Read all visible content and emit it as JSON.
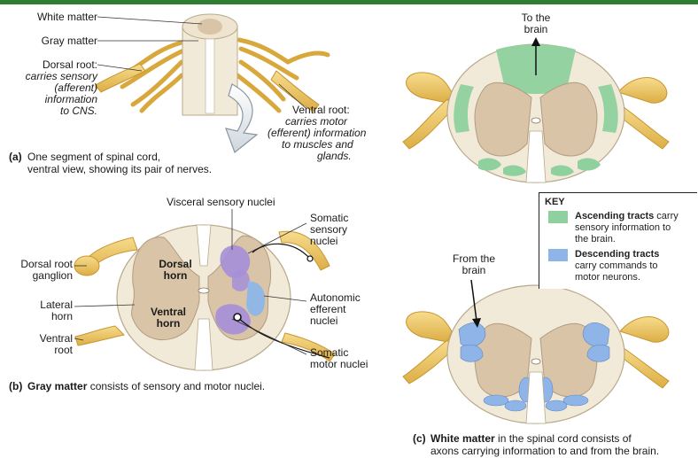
{
  "panel_a": {
    "white_matter": "White matter",
    "gray_matter": "Gray matter",
    "dorsal_root_title": "Dorsal root:",
    "dorsal_root_desc": [
      "carries sensory",
      "(afferent)",
      "information",
      "to CNS."
    ],
    "ventral_root_title": "Ventral root:",
    "ventral_root_desc": [
      "carries motor",
      "(efferent) information",
      "to muscles and",
      "glands."
    ],
    "caption_letter": "(a)",
    "caption": [
      "One segment of spinal cord,",
      "ventral view, showing its pair of nerves."
    ]
  },
  "panel_b": {
    "visceral_sensory": "Visceral sensory nuclei",
    "somatic_sensory": [
      "Somatic",
      "sensory",
      "nuclei"
    ],
    "dorsal_root_ganglion": [
      "Dorsal root",
      "ganglion"
    ],
    "dorsal_horn": [
      "Dorsal",
      "horn"
    ],
    "lateral_horn": [
      "Lateral",
      "horn"
    ],
    "ventral_horn": [
      "Ventral",
      "horn"
    ],
    "ventral_root": [
      "Ventral",
      "root"
    ],
    "autonomic_efferent": [
      "Autonomic",
      "efferent",
      "nuclei"
    ],
    "somatic_motor": [
      "Somatic",
      "motor nuclei"
    ],
    "caption_letter": "(b)",
    "caption_bold": "Gray matter",
    "caption_rest": " consists of sensory and motor nuclei."
  },
  "panel_c": {
    "to_brain": [
      "To the",
      "brain"
    ],
    "from_brain": [
      "From the",
      "brain"
    ],
    "caption_letter": "(c)",
    "caption_bold": "White matter",
    "caption_rest": " in the spinal cord consists of",
    "caption_line2": "axons carrying information to and from the brain."
  },
  "key": {
    "title": "KEY",
    "ascending_bold": "Ascending tracts",
    "ascending_rest": " carry",
    "ascending_lines": [
      "sensory information to",
      "the brain."
    ],
    "descending_bold": "Descending tracts",
    "descending_lines": [
      "carry commands to",
      "motor neurons."
    ]
  },
  "colors": {
    "ascending": "#8fd19e",
    "descending": "#8fb4e8",
    "visceral": "#a58fd8",
    "autonomic": "#8db7e8",
    "gray_matter": "#d9c4a8",
    "white_matter": "#f2ead8",
    "nerve": "#f0c869"
  }
}
